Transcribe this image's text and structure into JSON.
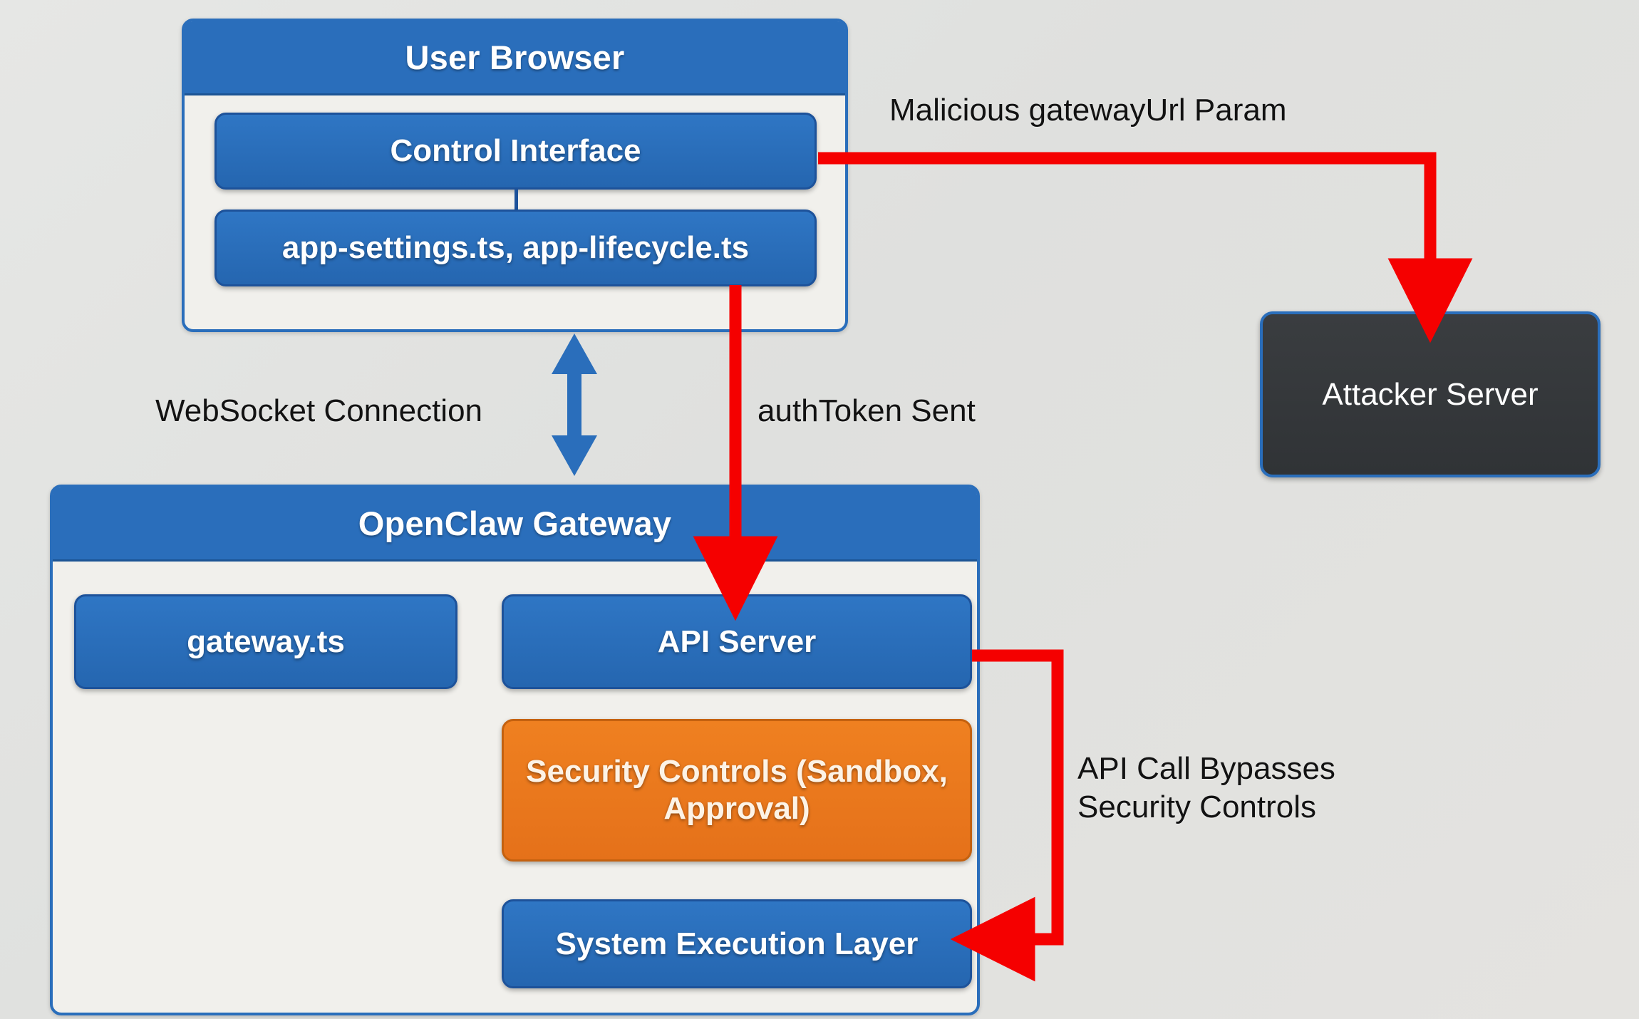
{
  "diagram": {
    "title_semantic": "OpenClaw gateway authToken exfiltration attack flow",
    "background_color": "#e3e4e2",
    "accent_blue": "#2a6ebb",
    "accent_orange": "#ef8020",
    "accent_red": "#f50000",
    "attacker_fill": "#333639"
  },
  "user_browser": {
    "header": "User Browser",
    "nodes": [
      {
        "label": "Control Interface",
        "style": "blue"
      },
      {
        "label": "app-settings.ts, app-lifecycle.ts",
        "style": "blue"
      }
    ]
  },
  "attacker": {
    "label": "Attacker Server",
    "style": "dark"
  },
  "gateway": {
    "header": "OpenClaw Gateway",
    "nodes": [
      {
        "label": "gateway.ts",
        "style": "blue"
      },
      {
        "label": "API Server",
        "style": "blue"
      },
      {
        "label": "Security Controls\n(Sandbox, Approval)",
        "style": "orange"
      },
      {
        "label": "System Execution Layer",
        "style": "blue"
      }
    ]
  },
  "edges": [
    {
      "label": "Malicious gatewayUrl Param",
      "color": "#f50000",
      "from": "Control Interface",
      "to": "Attacker Server"
    },
    {
      "label": "WebSocket Connection",
      "color": "#2a6ebb",
      "from": "User Browser",
      "to": "OpenClaw Gateway",
      "bidirectional": true
    },
    {
      "label": "authToken Sent",
      "color": "#f50000",
      "from": "app-settings.ts, app-lifecycle.ts",
      "to": "API Server"
    },
    {
      "label": "API Call Bypasses\nSecurity Controls",
      "color": "#f50000",
      "from": "API Server",
      "to": "System Execution Layer"
    }
  ]
}
